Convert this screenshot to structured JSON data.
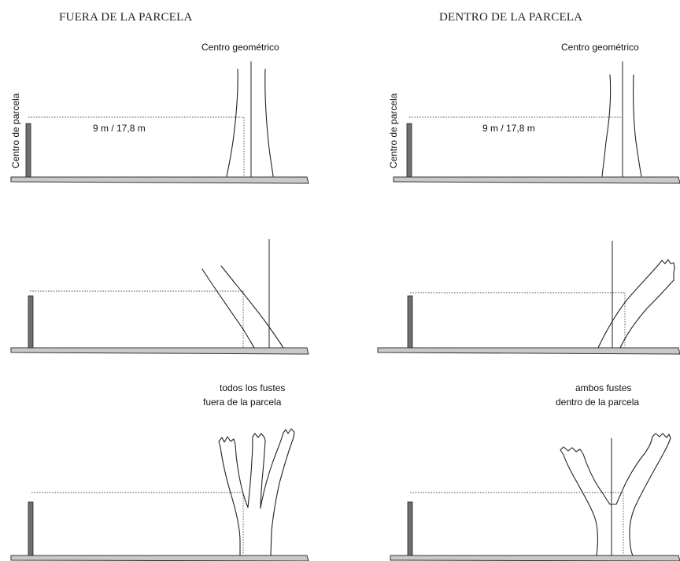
{
  "headings": {
    "left": "FUERA DE LA PARCELA",
    "right": "DENTRO DE LA PARCELA"
  },
  "labels": {
    "centro_geometrico_left": "Centro geométrico",
    "centro_geometrico_right": "Centro geométrico",
    "centro_parcela_left": "Centro de parcela",
    "centro_parcela_right": "Centro de parcela",
    "distance_left": "9 m / 17,8 m",
    "distance_right": "9 m / 17,8 m",
    "caption_left_line1": "todos los fustes",
    "caption_left_line2": "fuera de la parcela",
    "caption_right_line1": "ambos fustes",
    "caption_right_line2": "dentro de la parcela"
  }
}
